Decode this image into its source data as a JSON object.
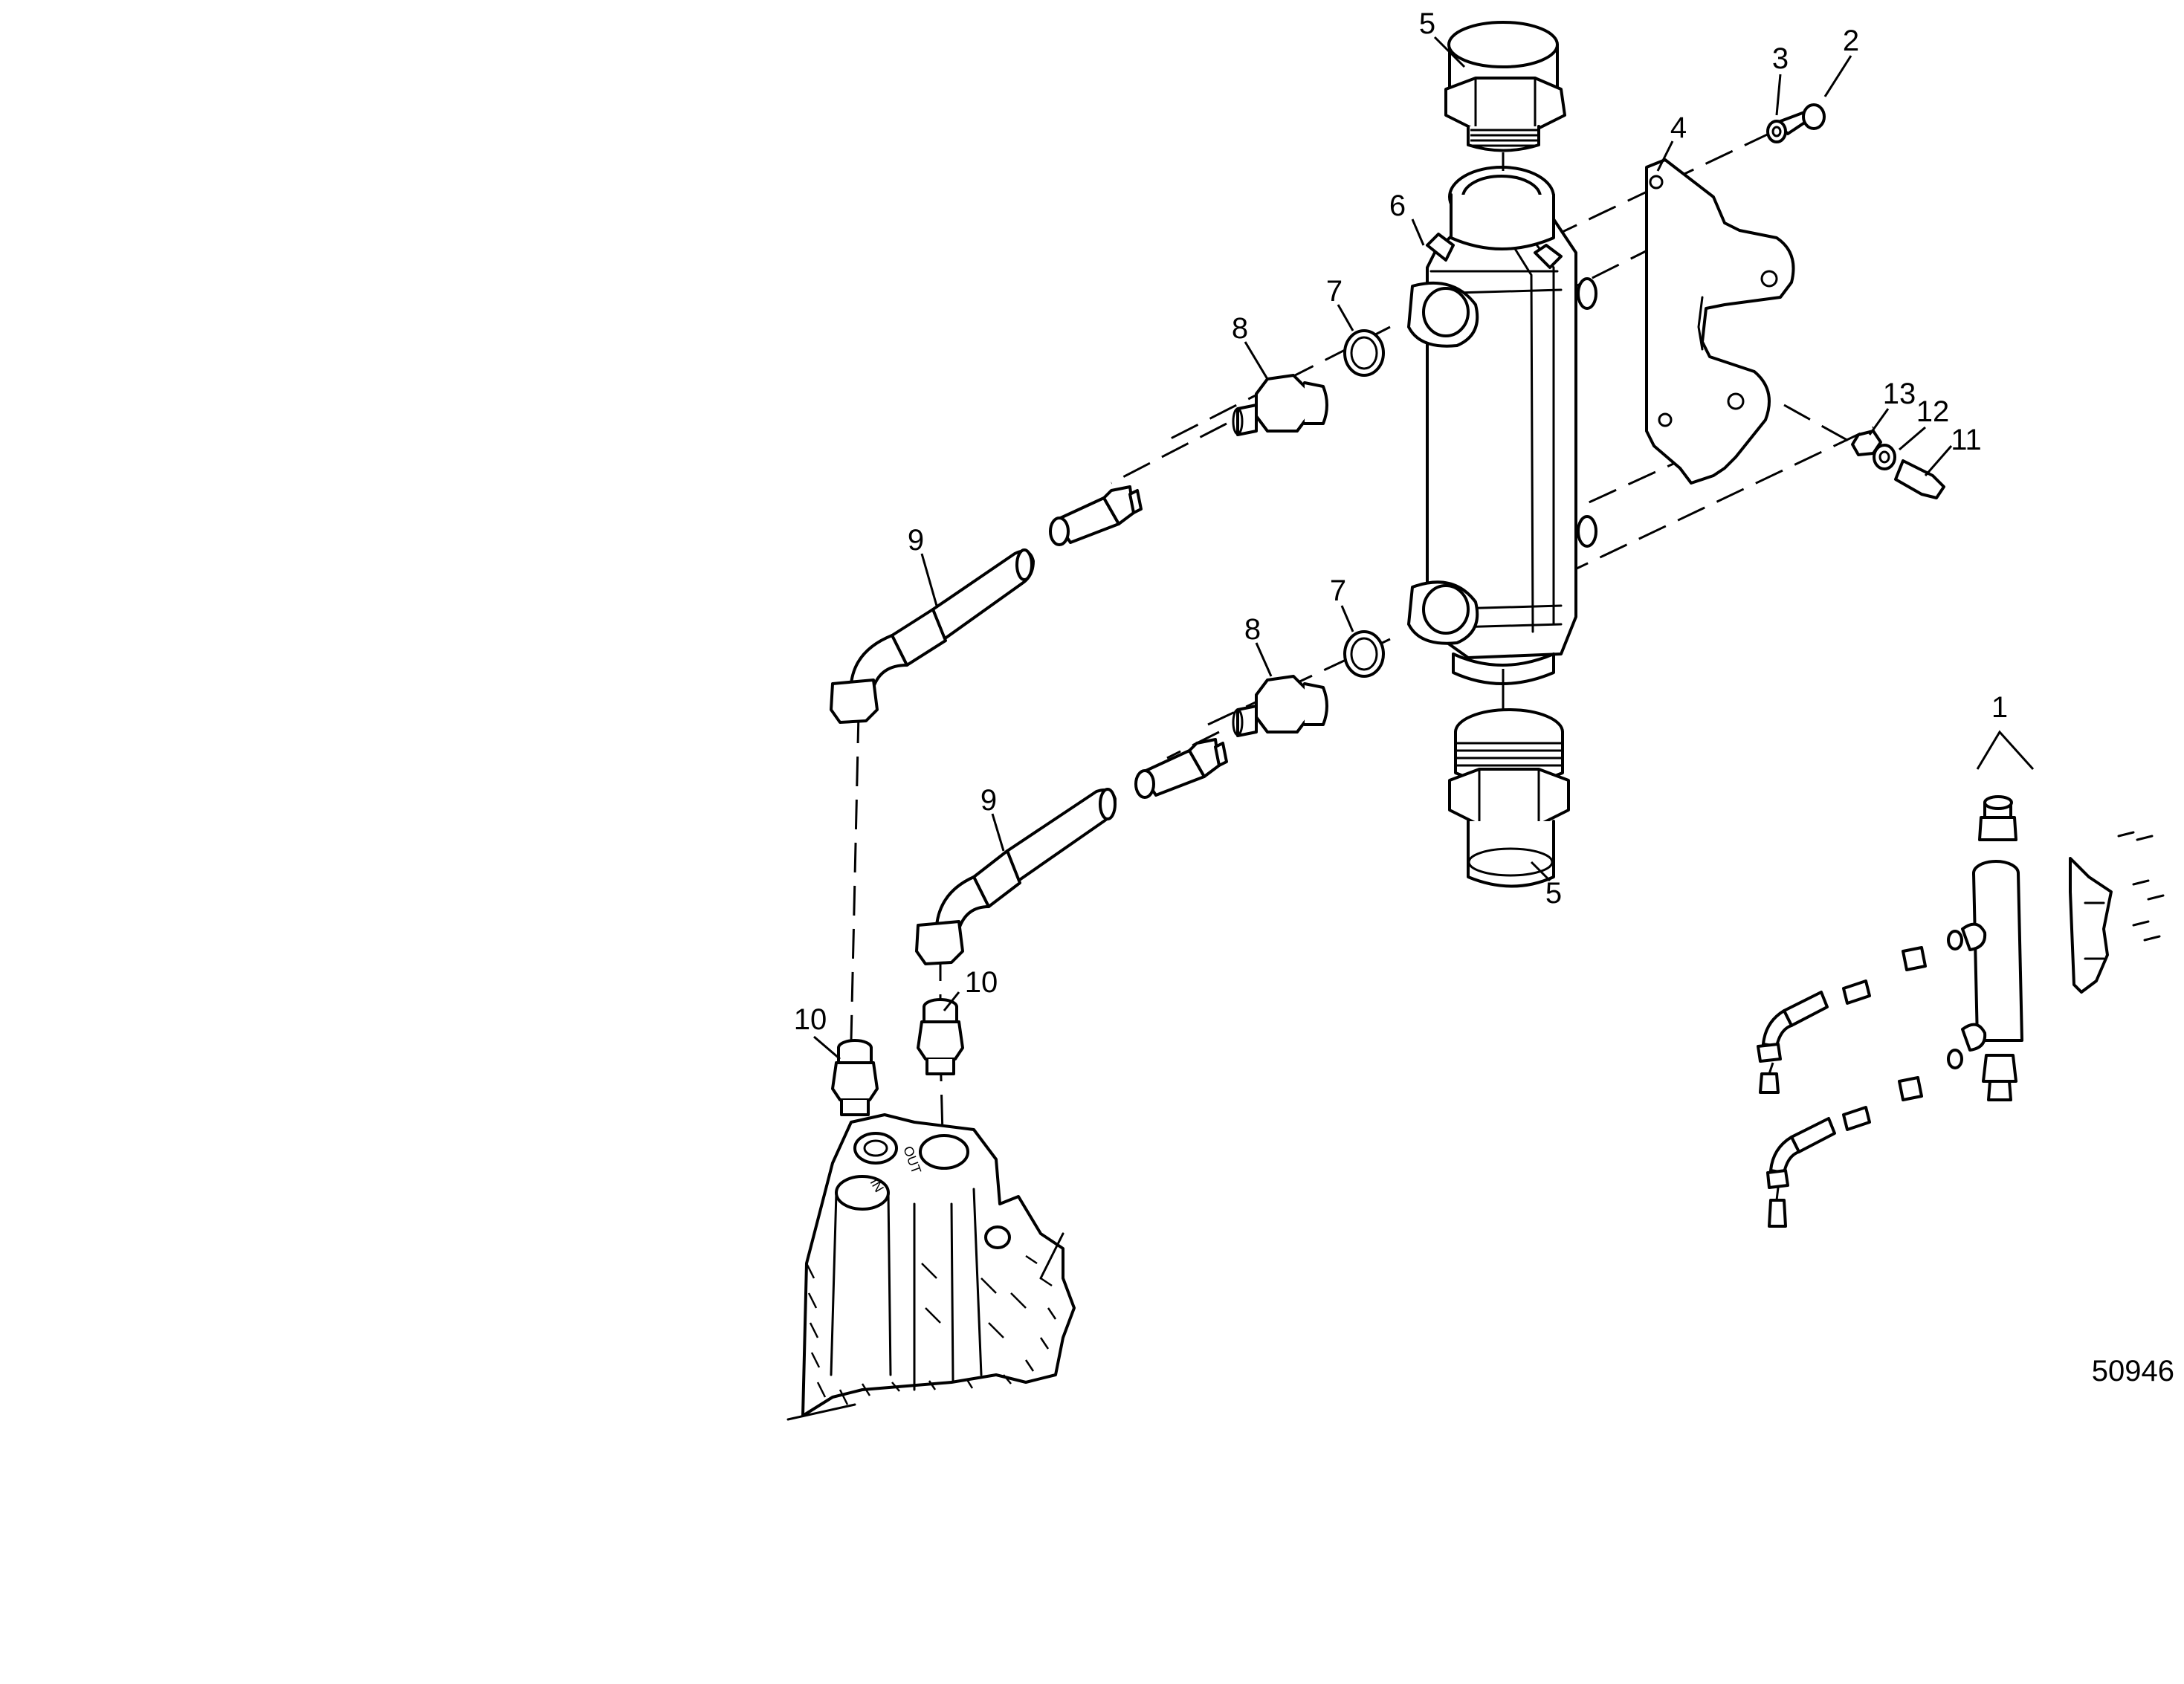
{
  "diagram": {
    "figure_id": "50946",
    "port_labels": {
      "inlet": "IN",
      "outlet": "OUT"
    },
    "callouts": [
      {
        "id": "c1",
        "text": "1"
      },
      {
        "id": "c2",
        "text": "2"
      },
      {
        "id": "c3",
        "text": "3"
      },
      {
        "id": "c4",
        "text": "4"
      },
      {
        "id": "c5a",
        "text": "5"
      },
      {
        "id": "c5b",
        "text": "5"
      },
      {
        "id": "c6",
        "text": "6"
      },
      {
        "id": "c7a",
        "text": "7"
      },
      {
        "id": "c7b",
        "text": "7"
      },
      {
        "id": "c8a",
        "text": "8"
      },
      {
        "id": "c8b",
        "text": "8"
      },
      {
        "id": "c9a",
        "text": "9"
      },
      {
        "id": "c9b",
        "text": "9"
      },
      {
        "id": "c10a",
        "text": "10"
      },
      {
        "id": "c10b",
        "text": "10"
      },
      {
        "id": "c11",
        "text": "11"
      },
      {
        "id": "c12",
        "text": "12"
      },
      {
        "id": "c13",
        "text": "13"
      }
    ]
  }
}
